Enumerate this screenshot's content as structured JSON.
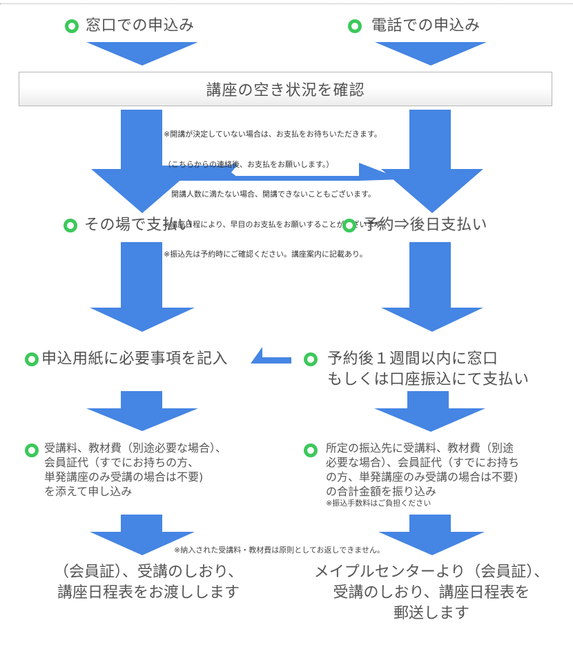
{
  "colors": {
    "arrow": "#4585e3",
    "bullet_ring": "#3cc85a",
    "text": "#555555",
    "box_border": "#b5b5b5"
  },
  "icons": {
    "bullet": "green-ring-icon",
    "arrow": "down-arrow-icon",
    "branch_arrow": "right-angle-arrow-icon",
    "merge_arrow": "left-arrow-icon"
  },
  "start": {
    "left": "窓口での申込み",
    "right": "電話での申込み"
  },
  "check": {
    "label": "講座の空き状況を確認"
  },
  "notes": [
    "※開講が決定していない場合は、お支払をお待ちいただきます。",
    "（こちらからの連絡後、お支払をお願いします。）",
    "　開講人数に満たない場合、開講できないこともございます。",
    "※講座日程により、早目のお支払をお願いすることがございます。",
    "※振込先は予約時にご確認ください。講座案内に記載あり。"
  ],
  "payment": {
    "left": "その場で支払い",
    "right": "予約⇒後日支払い"
  },
  "step3": {
    "left": "申込用紙に必要事項を記入",
    "right": [
      "予約後１週間以内に窓口",
      "もしくは口座振込にて支払い"
    ]
  },
  "step4": {
    "left": [
      "受講料、教材費（別途必要な場合）、",
      "会員証代（すでにお持ちの方、",
      "単発講座のみ受講の場合は不要)",
      "を添えて申し込み"
    ],
    "right": [
      "所定の振込先に受講料、教材費（別途",
      "必要な場合）、会員証代（すでにお持ち",
      "の方、単発講座のみ受講の場合は不要)",
      "の合計金額を振り込み"
    ],
    "right_note": "※振込手数料はご負担ください"
  },
  "refund_note": "※納入された受講料・教材費は原則としてお返しできません。",
  "final": {
    "left": "（会員証）、受講のしおり、\n講座日程表をお渡しします",
    "right": "メイプルセンターより（会員証）、\n受講のしおり、講座日程表を\n郵送します"
  }
}
